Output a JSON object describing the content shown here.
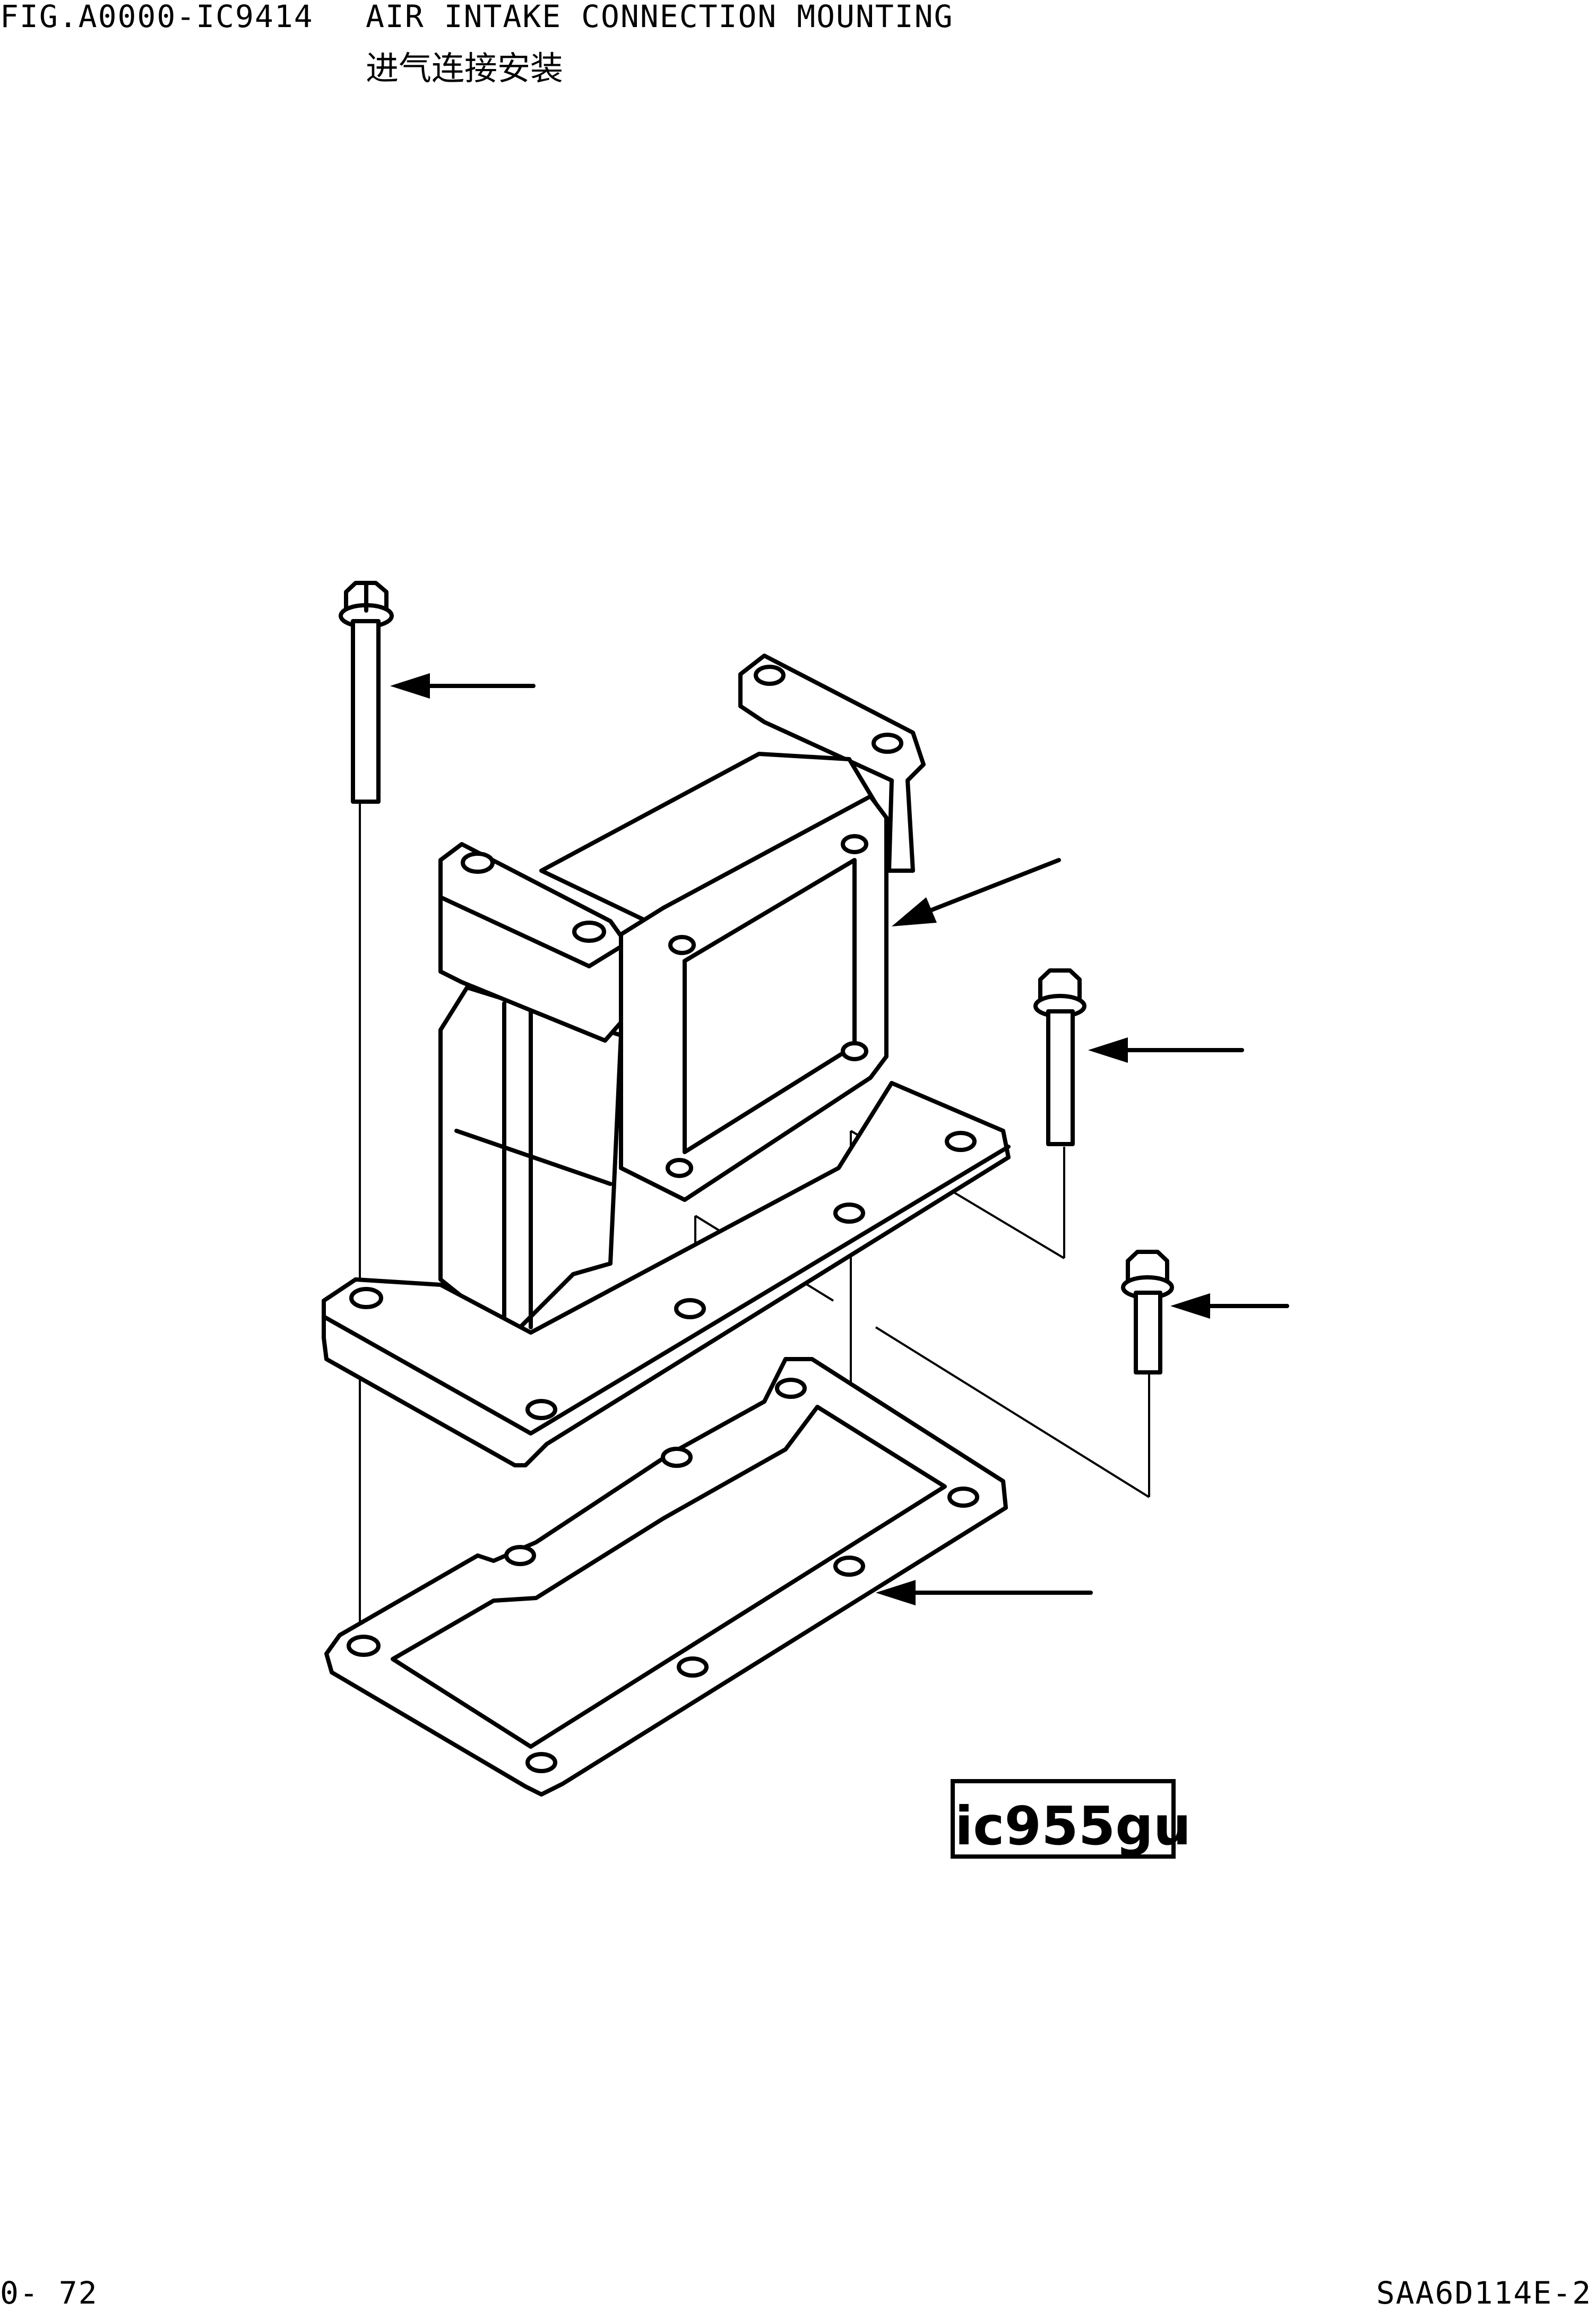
{
  "header": {
    "figure_number": "FIG.A0000-IC9414",
    "title": "AIR INTAKE CONNECTION MOUNTING",
    "title_chinese": "进气连接安装"
  },
  "illustration": {
    "code_label": "ic955gu",
    "parts": [
      {
        "name": "long-bolt",
        "pointed_by": "arrow-1"
      },
      {
        "name": "air-intake-connection",
        "pointed_by": "arrow-2"
      },
      {
        "name": "bolt-middle",
        "pointed_by": "arrow-3"
      },
      {
        "name": "bolt-short",
        "pointed_by": "arrow-4"
      },
      {
        "name": "gasket",
        "pointed_by": "arrow-5"
      }
    ]
  },
  "footer": {
    "page_number": "0- 72",
    "model": "SAA6D114E-2"
  }
}
